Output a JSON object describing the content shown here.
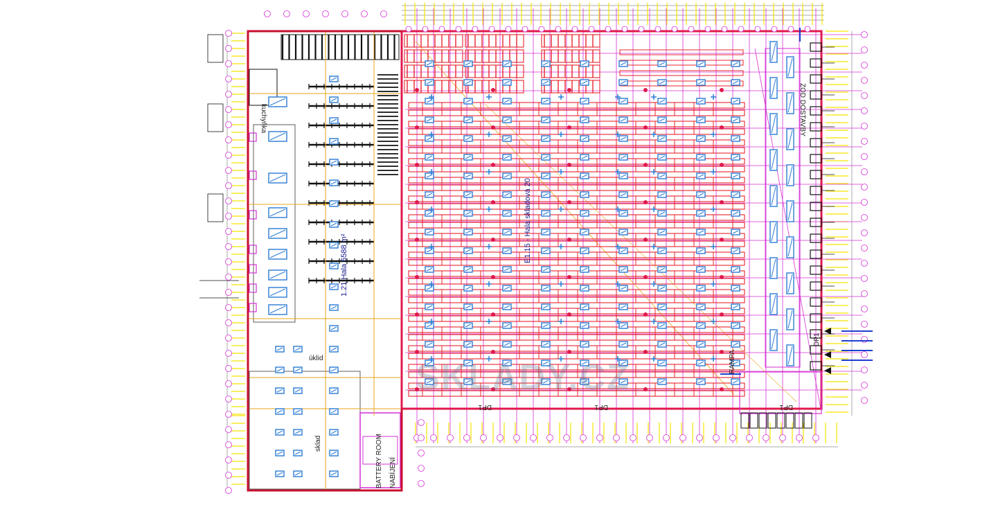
{
  "watermark": "SKLADY.CZ",
  "labels": {
    "area_left": "1.21 Hala 6588 m²",
    "area_main": "E1.15 - Hala skladová 20",
    "room_office": "sklad",
    "room_kitchen": "kuchyňka",
    "room_storage": "úklid",
    "room_battery": "BATTERY ROOM",
    "room_charging": "NABÍJENÍ",
    "dock_label": "DP1",
    "ramp_label": "RAMPA",
    "zone_text": "ZOD DOSTAVBY"
  },
  "colors": {
    "wall": "#e0194c",
    "rack": "#e8242c",
    "grid": "#d42fd4",
    "dim": "#f5e400",
    "fixture": "#2a7bd4",
    "column": "#e0194c",
    "gold": "#e8a419",
    "black": "#111111"
  }
}
